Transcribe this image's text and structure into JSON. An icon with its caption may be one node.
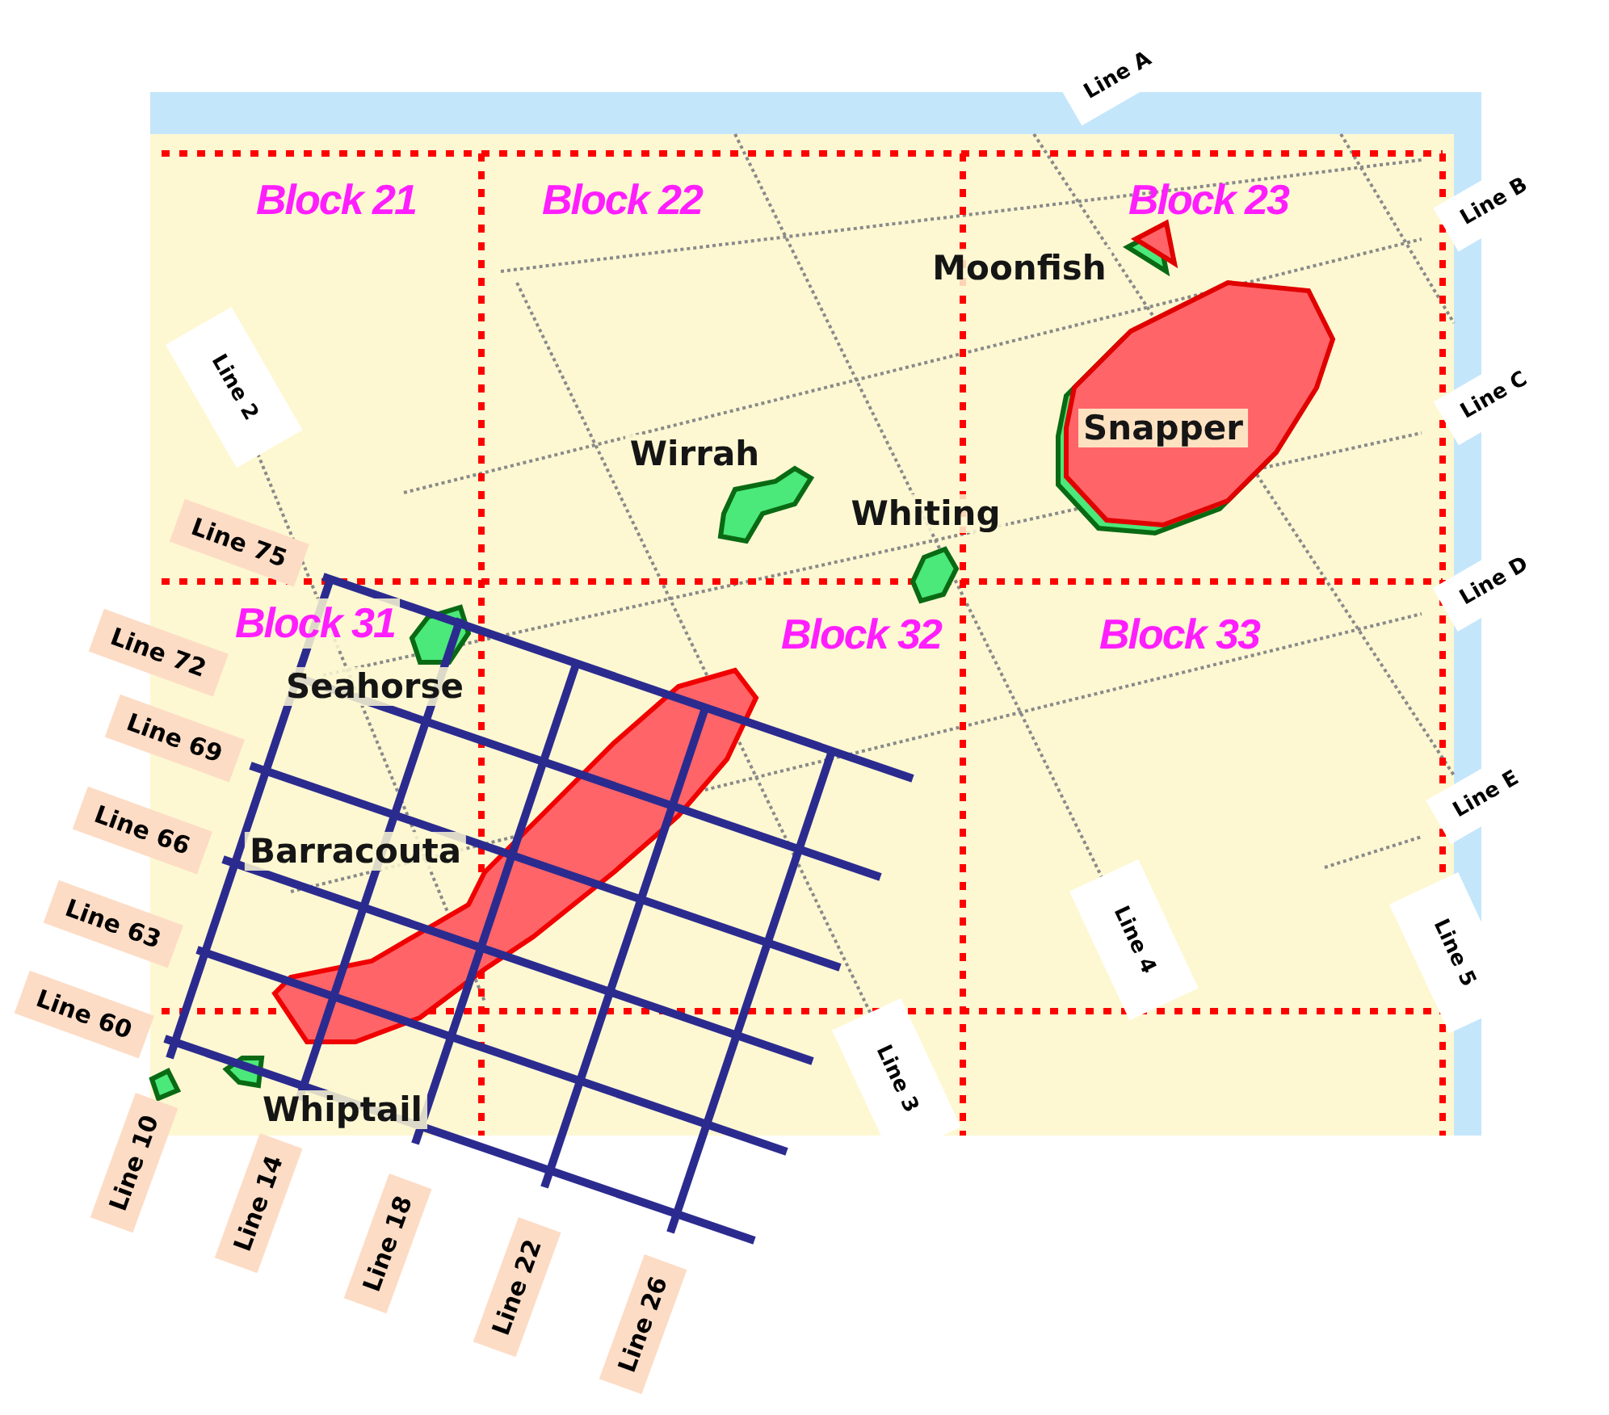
{
  "diagram": {
    "labels": [
      "Line A",
      "Block 21",
      "Block 22",
      "Block 23",
      "Line B",
      "Moonfish",
      "Line 2",
      "Snapper",
      "Line C",
      "Wirrah",
      "Whiting",
      "Line 75",
      "Line D",
      "Block 31",
      "Block 32",
      "Block 33",
      "Line 72",
      "Seahorse",
      "Line 69",
      "Line E",
      "Barracouta",
      "Line 66",
      "Line 4",
      "Line 5",
      "Line 63",
      "Line 60",
      "Line 3",
      "Whiptail",
      "Line 10",
      "Line 14",
      "Line 18",
      "Line 22",
      "Line 26"
    ]
  }
}
